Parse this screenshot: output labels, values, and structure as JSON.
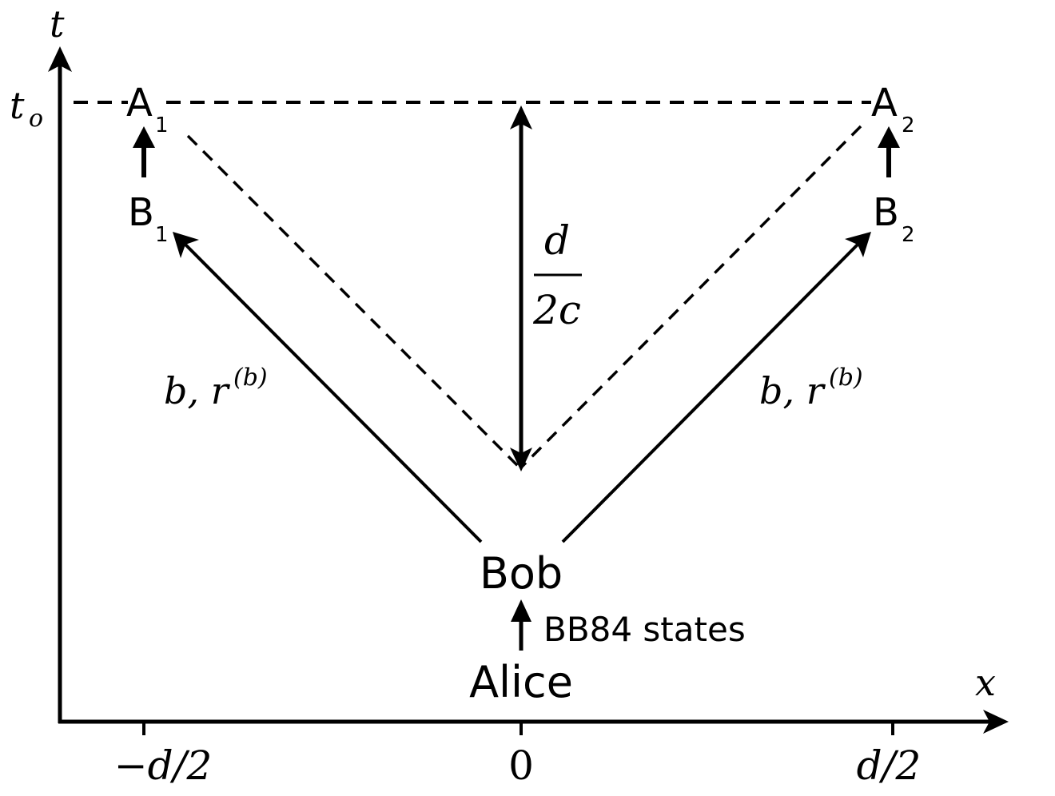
{
  "axes": {
    "t_axis_label": "t",
    "x_axis_label": "x",
    "t_marker_label": "t",
    "t_marker_sub": "o",
    "x_ticks": {
      "left": "−d/2",
      "center": "0",
      "right": "d/2"
    }
  },
  "nodes": {
    "A1": {
      "letter": "A",
      "sub": "1"
    },
    "A2": {
      "letter": "A",
      "sub": "2"
    },
    "B1": {
      "letter": "B",
      "sub": "1"
    },
    "B2": {
      "letter": "B",
      "sub": "2"
    },
    "bob": "Bob",
    "alice": "Alice"
  },
  "annotations": {
    "bb84": "BB84 states",
    "left_edge_label": "b, r",
    "left_edge_sup": "(b)",
    "right_edge_label": "b, r",
    "right_edge_sup": "(b)",
    "delay_numerator": "d",
    "delay_denominator": "2c"
  },
  "colors": {
    "stroke": "#000000",
    "background": "#ffffff"
  }
}
